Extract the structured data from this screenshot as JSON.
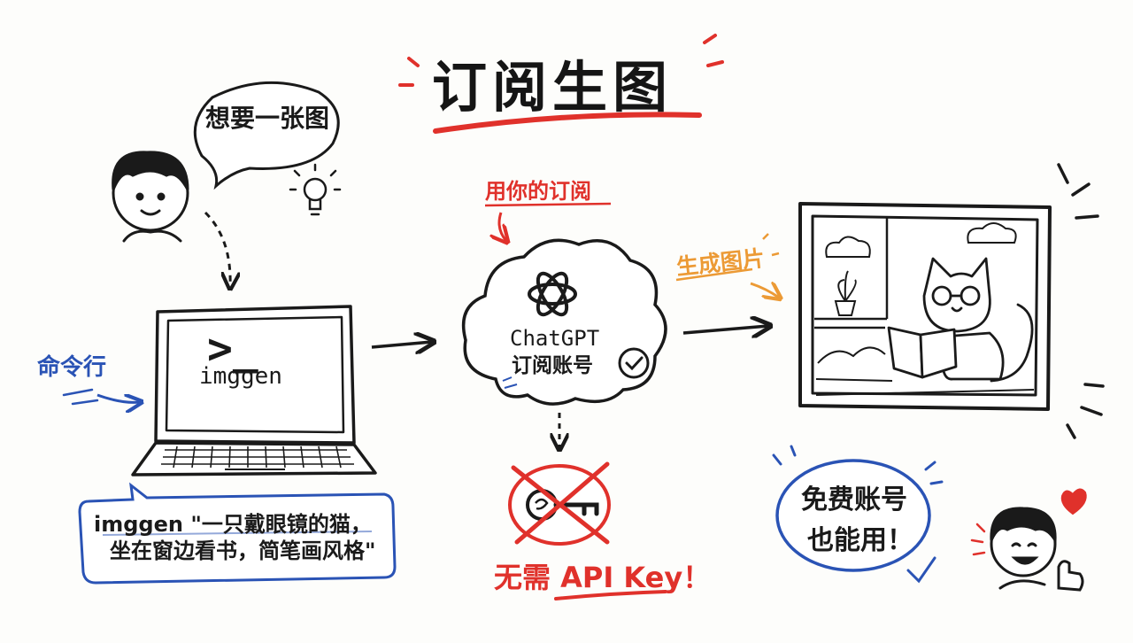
{
  "title": "订阅生图",
  "user_bubble": "想要一张图",
  "subscription_label": "用你的订阅",
  "cli_label": "命令行",
  "laptop": {
    "prompt_symbol": ">_",
    "command": "imggen"
  },
  "cloud": {
    "line1": "ChatGPT",
    "line2": "订阅账号"
  },
  "generate_label": "生成图片",
  "example_command": {
    "line1": "imggen \"一只戴眼镜的猫，",
    "line2": "坐在窗边看书，简笔画风格\""
  },
  "no_key_label": "无需 API Key！",
  "free_account": {
    "line1": "免费账号",
    "line2": "也能用！"
  },
  "colors": {
    "ink": "#1a1a1a",
    "red": "#e0312b",
    "blue": "#2a53b5",
    "orange": "#ec9a35"
  }
}
